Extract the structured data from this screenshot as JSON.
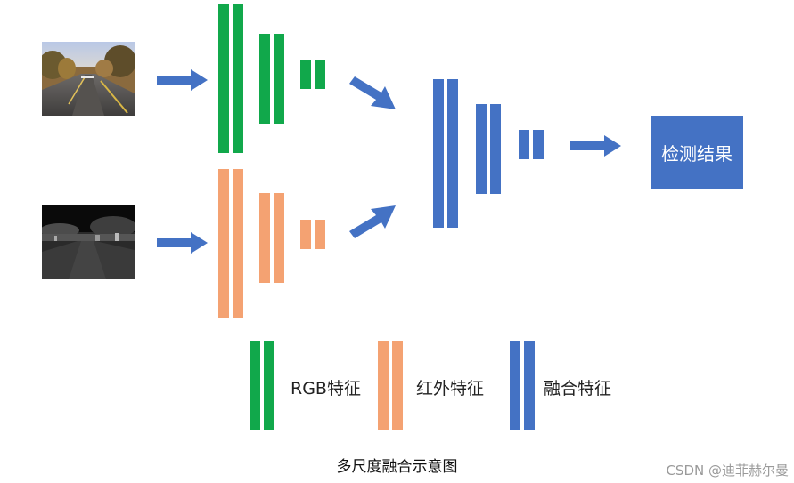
{
  "diagram": {
    "result_label": "检测结果",
    "caption": "多尺度融合示意图",
    "legend": [
      {
        "label": "RGB特征",
        "color": "#11a84b"
      },
      {
        "label": "红外特征",
        "color": "#f4a272"
      },
      {
        "label": "融合特征",
        "color": "#4472c4"
      }
    ],
    "watermark": "CSDN @迪菲赫尔曼"
  },
  "colors": {
    "rgb": "#11a84b",
    "infrared": "#f4a272",
    "fused": "#4472c4",
    "arrow": "#4472c4"
  },
  "icons": [
    "arrow-right-icon",
    "arrow-down-right-icon",
    "arrow-up-right-icon"
  ]
}
